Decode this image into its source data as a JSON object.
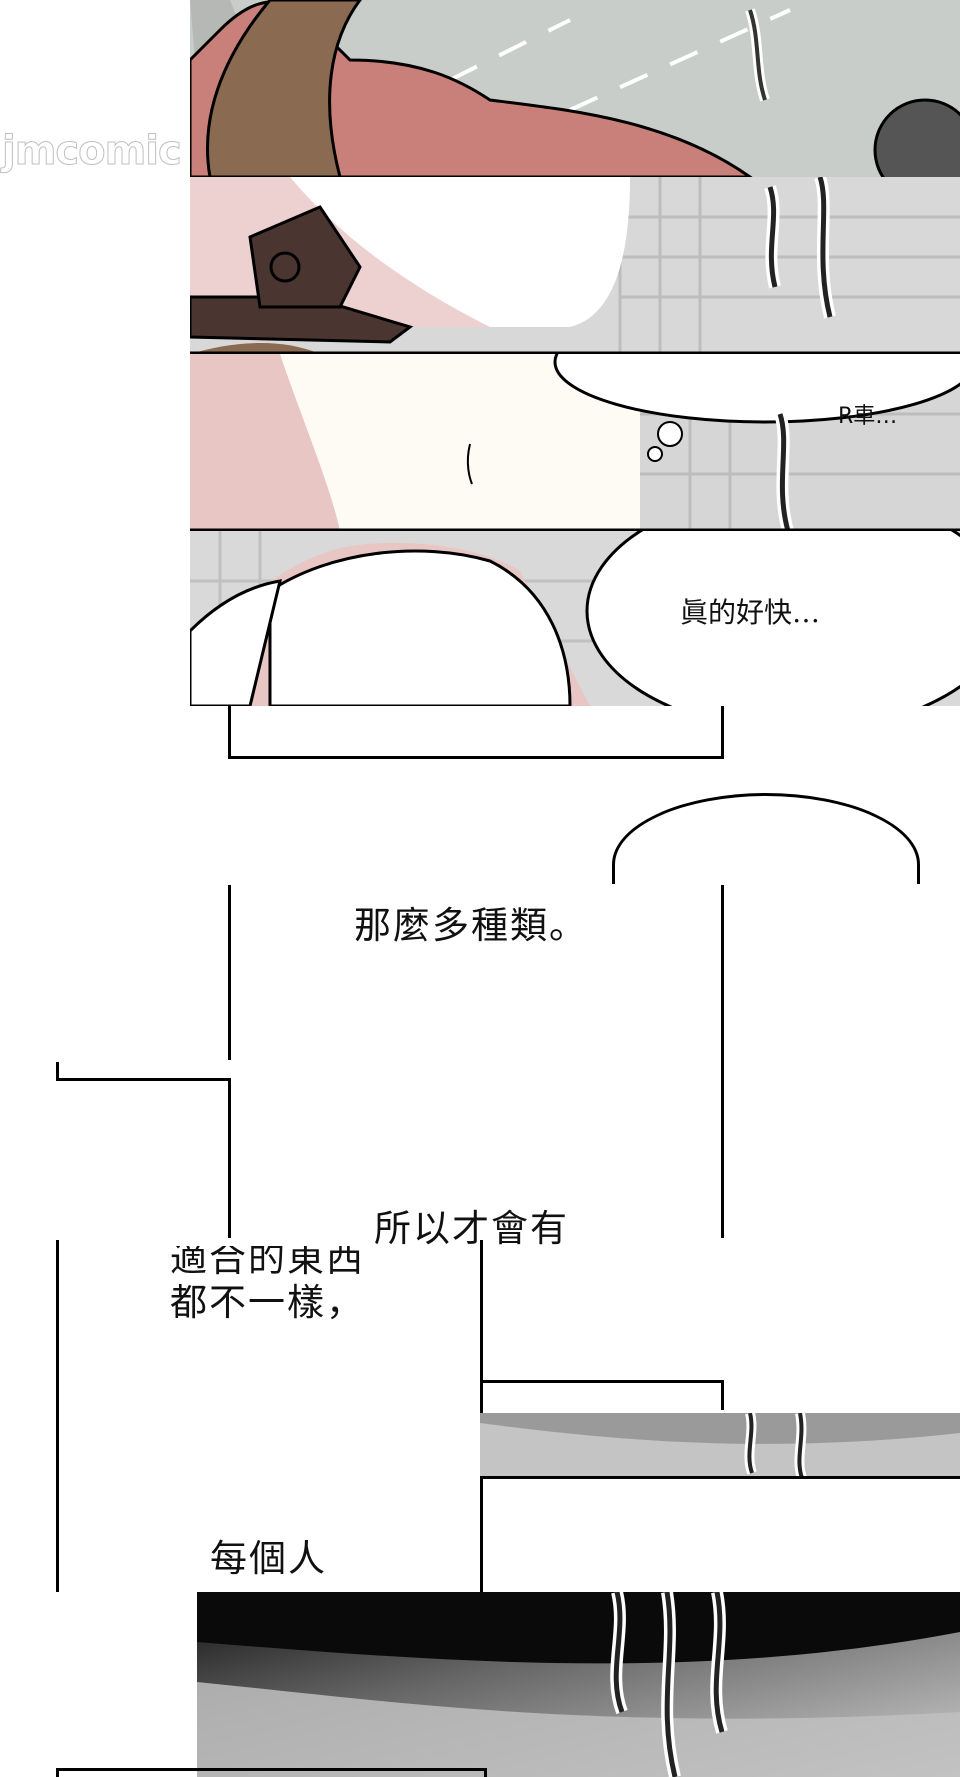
{
  "watermark": {
    "text": "jmcomic"
  },
  "panels": {
    "p1": {
      "scene": "road-and-hair"
    },
    "p2": {
      "scene": "helmet-and-street"
    },
    "p3": {
      "scene": "face-closeup",
      "bubble_text": "R車…"
    },
    "p4": {
      "scene": "head-back",
      "bubble_text": "眞的好快…"
    },
    "p6": {
      "scene": "motion-blur"
    }
  },
  "narration": {
    "line1": "那麼多種類。",
    "line2": "所以才會有",
    "line3": "適合的東西",
    "line4": "都不一樣，",
    "line5": "每個人"
  },
  "colors": {
    "skin": "#e8c6c4",
    "hair": "#8b6a52",
    "jacket": "#c97f7a",
    "helmet_brim": "#4a3530",
    "road": "#c9cdc9",
    "ink": "#000000"
  }
}
